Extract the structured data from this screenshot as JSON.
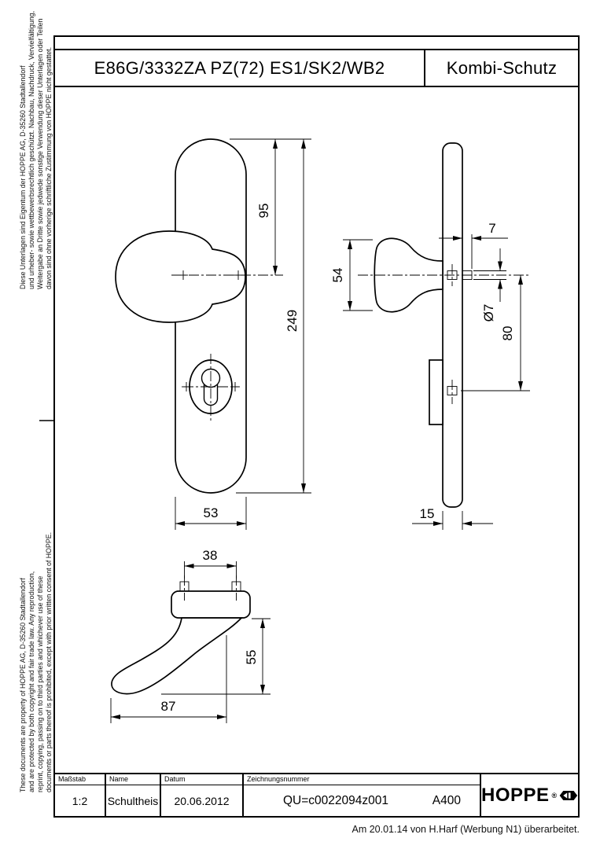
{
  "title_block": {
    "product_code": "E86G/3332ZA PZ(72) ES1/SK2/WB2",
    "product_name": "Kombi-Schutz"
  },
  "copyright": {
    "german": [
      "Diese Unterlagen sind Eigentum der HOPPE AG, D-35260 Stadtallendorf",
      "und urheber- sowie wettbewerbsrechtlich geschützt. Nachbau, Nachdruck, Vervielfältigung,",
      "Weitergabe an Dritte sowie jedwede sonstige Verwendung dieser Unterlagen oder Teilen",
      "davon sind ohne vorherige schriftliche Zustimmung von HOPPE nicht gestattet."
    ],
    "english": [
      "These documents are property of HOPPE AG, D-35260 Stadtallendorf",
      "and are protected by both copyright and fair trade law. Any reproduction,",
      "reprint, copying, passing on to third parties and whichever use of these",
      "documents or parts thereof is prohibited, except with prior written consent of HOPPE."
    ]
  },
  "dimensions": {
    "plate_height": "249",
    "knob_center_from_top": "95",
    "plate_width": "53",
    "knob_diameter": "54",
    "screw_projection": "7",
    "hole_diameter": "Ø7",
    "screw_distance": "80",
    "plate_depth": "15",
    "knob_screw_spacing": "38",
    "knob_view_height": "55",
    "knob_length": "87"
  },
  "footer": {
    "scale_label": "Maßstab",
    "scale_value": "1:2",
    "name_label": "Name",
    "name_value": "Schultheis",
    "date_label": "Datum",
    "date_value": "20.06.2012",
    "drawing_number_label": "Zeichnungsnummer",
    "drawing_number": "QU=c0022094z001",
    "format_code": "A400",
    "brand": "HOPPE",
    "registered": "®"
  },
  "revision_note": "Am 20.01.14 von H.Harf (Werbung N1) überarbeitet."
}
